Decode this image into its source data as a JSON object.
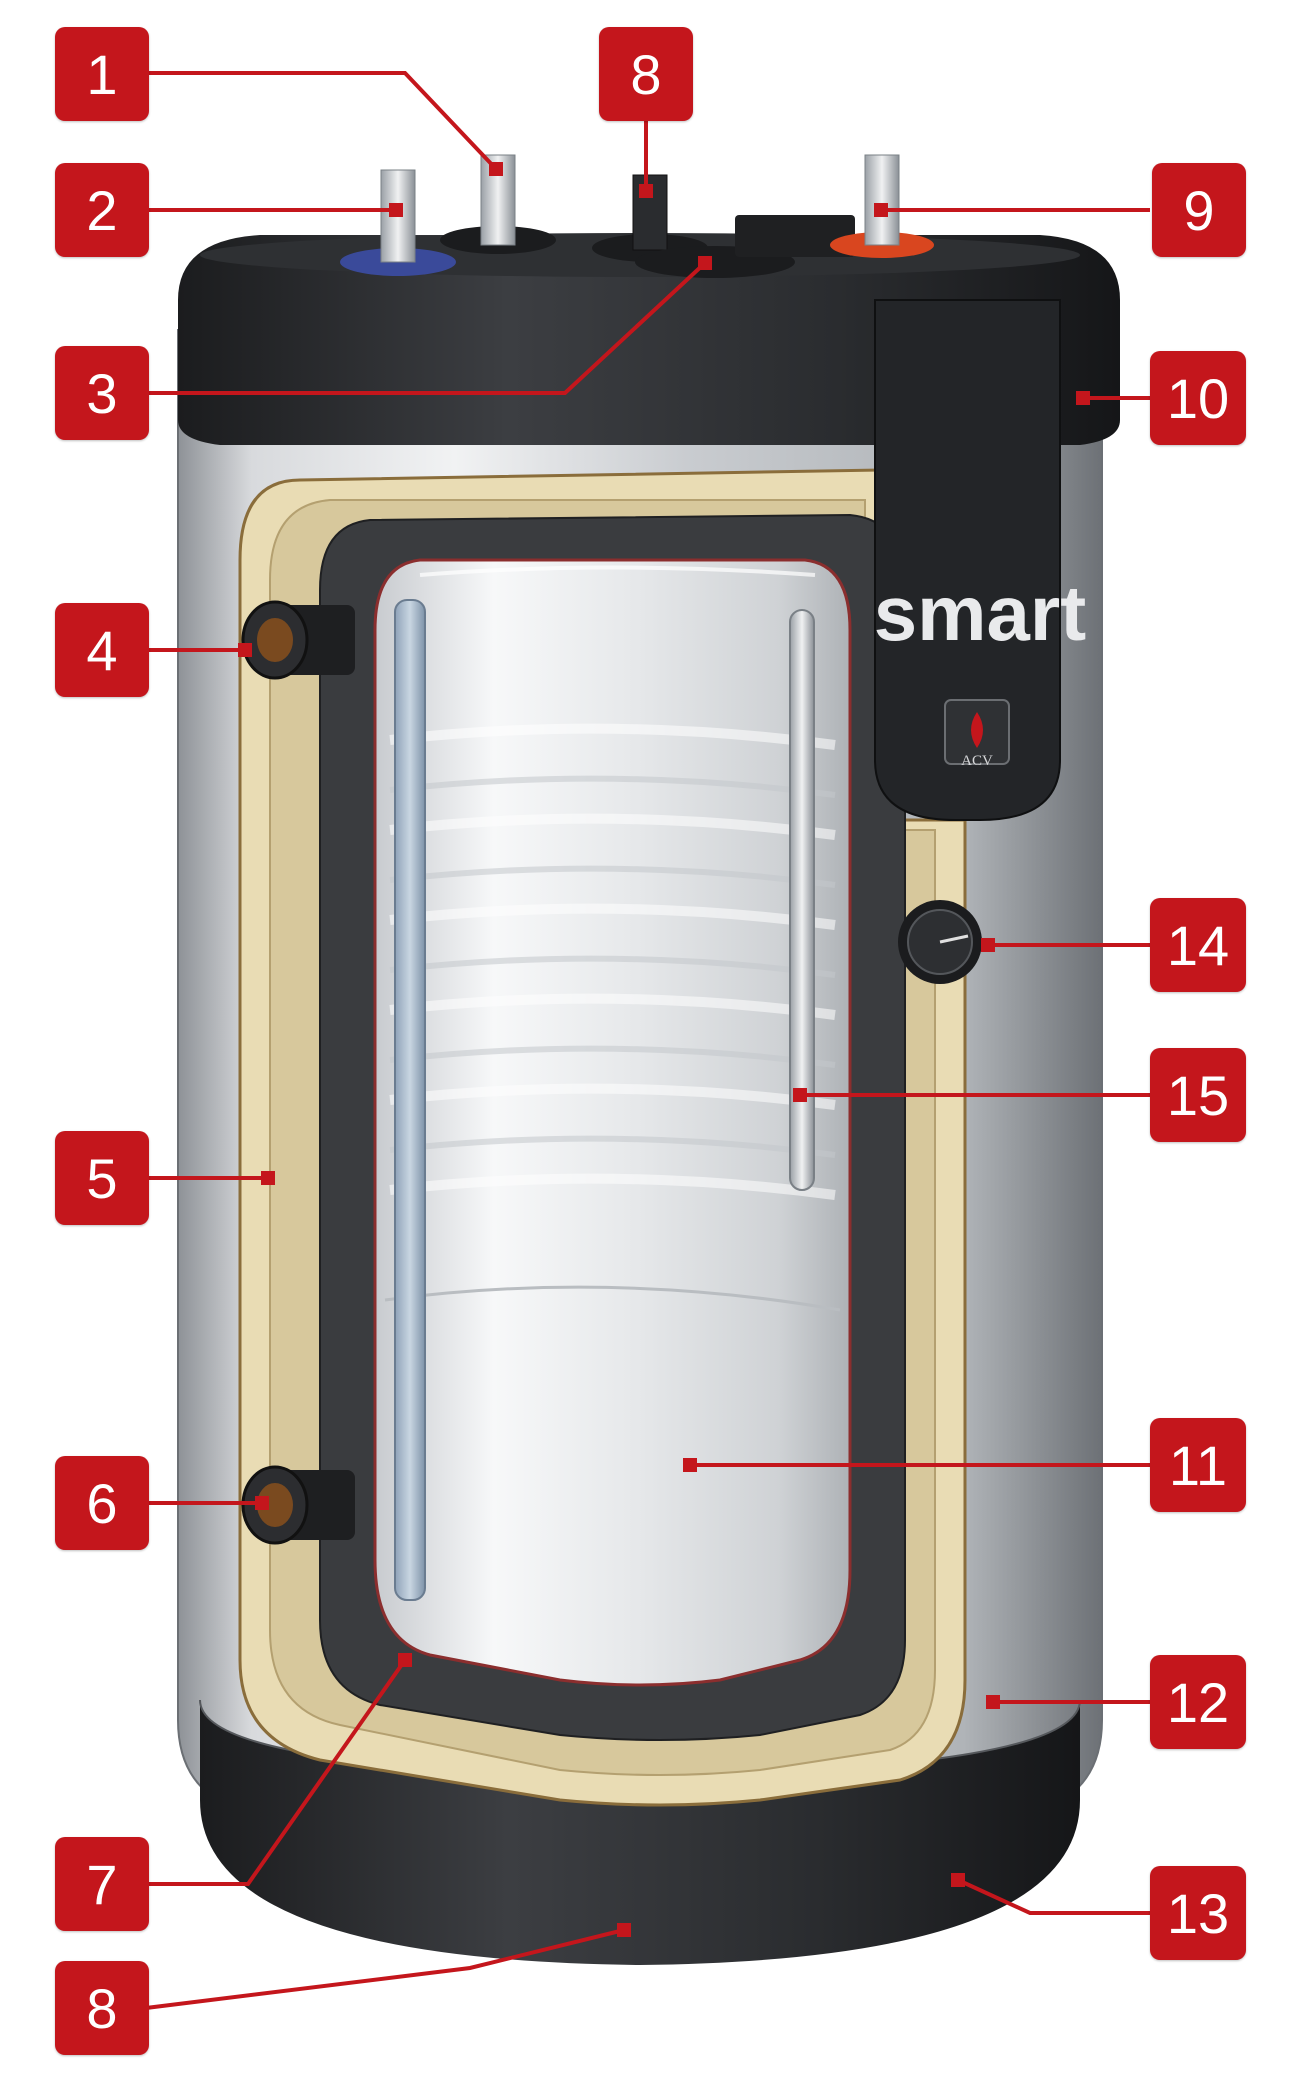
{
  "product": {
    "brand": "smart",
    "logo_text": "ACV"
  },
  "colors": {
    "accent_red": "#c4161c",
    "steel": "#b8bcc0",
    "dark_cap": "#2b2d30",
    "insulation": "#e9dcb4",
    "blue_connector": "#3a4a9a",
    "red_connector": "#d9461f"
  },
  "callouts": [
    {
      "id": "c1",
      "label": "1"
    },
    {
      "id": "c8a",
      "label": "8"
    },
    {
      "id": "c2",
      "label": "2"
    },
    {
      "id": "c9",
      "label": "9"
    },
    {
      "id": "c3",
      "label": "3"
    },
    {
      "id": "c10",
      "label": "10"
    },
    {
      "id": "c4",
      "label": "4"
    },
    {
      "id": "c14",
      "label": "14"
    },
    {
      "id": "c15",
      "label": "15"
    },
    {
      "id": "c5",
      "label": "5"
    },
    {
      "id": "c11",
      "label": "11"
    },
    {
      "id": "c6",
      "label": "6"
    },
    {
      "id": "c12",
      "label": "12"
    },
    {
      "id": "c7",
      "label": "7"
    },
    {
      "id": "c13",
      "label": "13"
    },
    {
      "id": "c8b",
      "label": "8"
    }
  ]
}
